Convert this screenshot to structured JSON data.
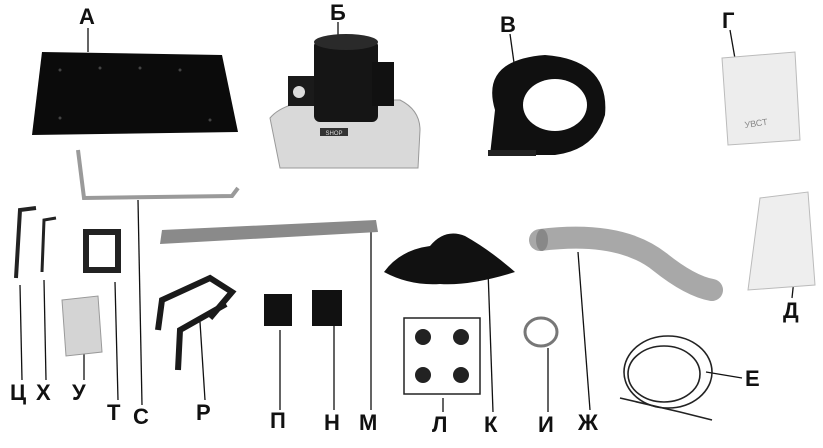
{
  "labels": {
    "a": "А",
    "b": "Б",
    "v": "В",
    "g": "Г",
    "d": "Д",
    "e": "Е",
    "zh": "Ж",
    "i": "И",
    "k": "К",
    "l": "Л",
    "m": "М",
    "n": "Н",
    "p": "П",
    "r": "Р",
    "s": "С",
    "t": "Т",
    "u": "У",
    "h": "Х",
    "ts": "Ц"
  },
  "bag_print": "УВСТ",
  "motor_plate": "SHOP",
  "colors": {
    "ink": "#111111",
    "metal": "#9a9a9a",
    "panel": "#0b0b0b",
    "housing": "#d9d9d9"
  }
}
